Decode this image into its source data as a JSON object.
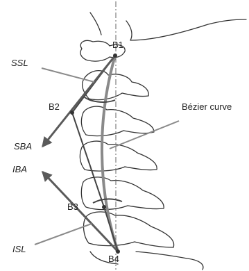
{
  "labels": {
    "b1": "B1",
    "b2": "B2",
    "b3": "B3",
    "b4": "B4",
    "ssl": "SSL",
    "sba": "SBA",
    "iba": "IBA",
    "isl": "ISL",
    "bezier": "Bézier curve"
  },
  "colors": {
    "outline": "#333333",
    "curve": "#8a8a8a",
    "arrows": "#5a5a5a",
    "points": "#333333"
  }
}
